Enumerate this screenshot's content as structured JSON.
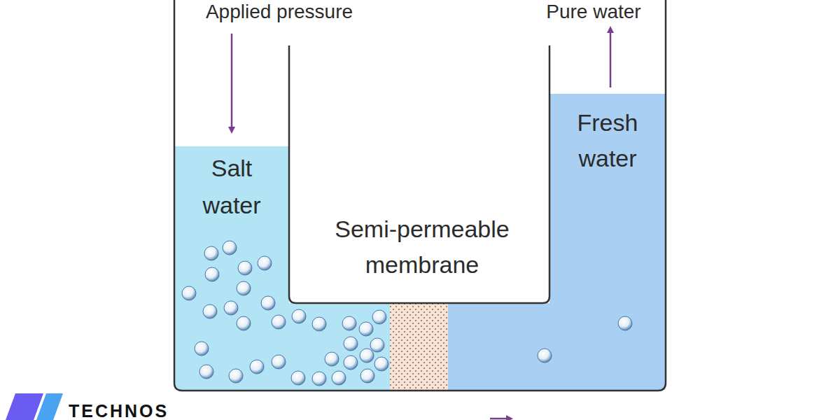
{
  "diagram": {
    "nodes": [
      {
        "text": [
          "Salt water"
        ]
      },
      {
        "text": [
          "Fresh water"
        ]
      }
    ],
    "labels": [
      "Applied pressure",
      "Pure water",
      "Semi-permeable membrane",
      "TECHNOS"
    ]
  }
}
